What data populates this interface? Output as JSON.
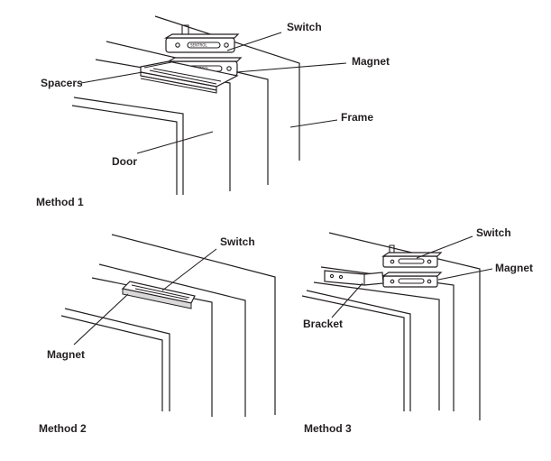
{
  "method1": {
    "caption": "Method 1",
    "labels": {
      "switch": "Switch",
      "magnet": "Magnet",
      "spacers": "Spacers",
      "frame": "Frame",
      "door": "Door"
    },
    "brand": "SENTROL"
  },
  "method2": {
    "caption": "Method 2",
    "labels": {
      "switch": "Switch",
      "magnet": "Magnet"
    }
  },
  "method3": {
    "caption": "Method 3",
    "labels": {
      "switch": "Switch",
      "magnet": "Magnet",
      "bracket": "Bracket"
    }
  }
}
